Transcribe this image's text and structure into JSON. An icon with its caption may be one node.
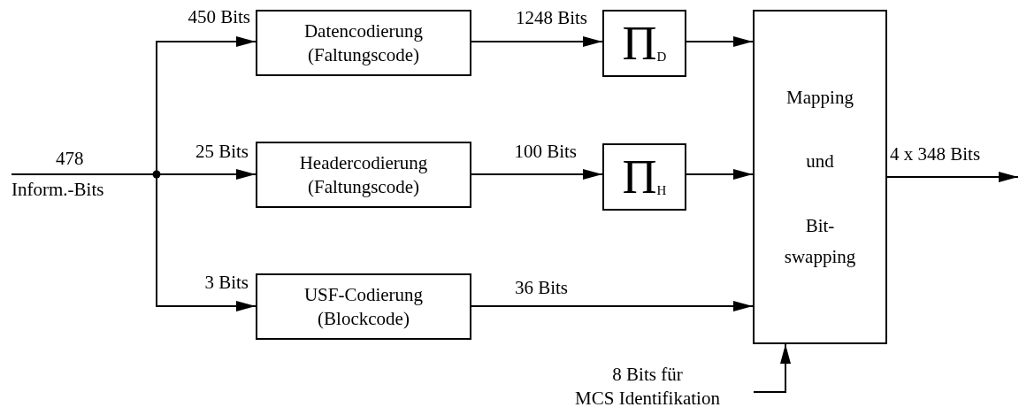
{
  "diagram": {
    "nodes": [
      {
        "text": [
          "478",
          "Inform.-Bits"
        ]
      },
      {
        "text": [
          "Datencodierung (Faltungscode)"
        ]
      },
      {
        "text": [
          "Headercodierung (Faltungscode)"
        ]
      },
      {
        "text": [
          "USF-Codierung (Blockcode)"
        ]
      },
      {
        "text": [
          "Π$_{D}$"
        ]
      },
      {
        "text": [
          "Π$_{H}$"
        ]
      },
      {
        "text": [
          "Mapping",
          "und",
          "Bit- swapping"
        ]
      },
      {
        "text": [
          "8 Bits für",
          "MCS Identifikation"
        ]
      }
    ],
    "edges": [
      {
        "from": 0,
        "to": 1,
        "arrow": "to",
        "label": "450 Bits"
      },
      {
        "from": 0,
        "to": 2,
        "arrow": "to",
        "label": "25 Bits"
      },
      {
        "from": 0,
        "to": 3,
        "arrow": "to",
        "label": "3 Bits"
      },
      {
        "from": 1,
        "to": 4,
        "arrow": "to",
        "label": "1248 Bits"
      },
      {
        "from": 2,
        "to": 5,
        "arrow": "to",
        "label": "100 Bits"
      },
      {
        "from": 3,
        "to": 6,
        "arrow": "to",
        "label": "36 Bits"
      },
      {
        "from": 4,
        "to": 6,
        "arrow": "to"
      },
      {
        "from": 5,
        "to": 6,
        "arrow": "to"
      },
      {
        "from": 6,
        "to": null,
        "arrow": "to",
        "label": "4 x 348 Bits"
      },
      {
        "from": 7,
        "to": 6,
        "arrow": "to"
      }
    ]
  }
}
